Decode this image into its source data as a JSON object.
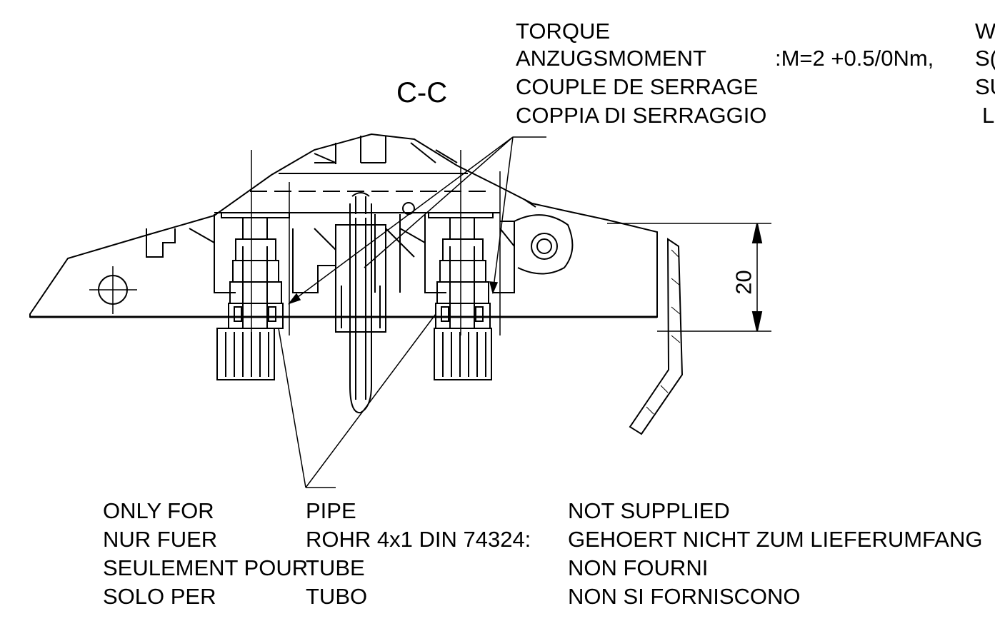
{
  "section": {
    "label": "C-C"
  },
  "torque": {
    "lines": [
      "TORQUE",
      "ANZUGSMOMENT",
      "COUPLE DE SERRAGE",
      "COPPIA DI SERRAGGIO"
    ],
    "value": ":M=2 +0.5/0Nm,",
    "cut_right": [
      "W",
      "S(",
      "SU",
      "L"
    ]
  },
  "dimension": {
    "value": "20"
  },
  "note": {
    "col1": [
      "ONLY FOR",
      "NUR FUER",
      "SEULEMENT POUR",
      "SOLO PER"
    ],
    "col2": [
      "PIPE",
      "ROHR 4x1 DIN 74324:",
      "TUBE",
      "TUBO"
    ],
    "col3": [
      "NOT SUPPLIED",
      "GEHOERT NICHT ZUM LIEFERUMFANG",
      "NON FOURNI",
      "NON SI FORNISCONO"
    ]
  }
}
